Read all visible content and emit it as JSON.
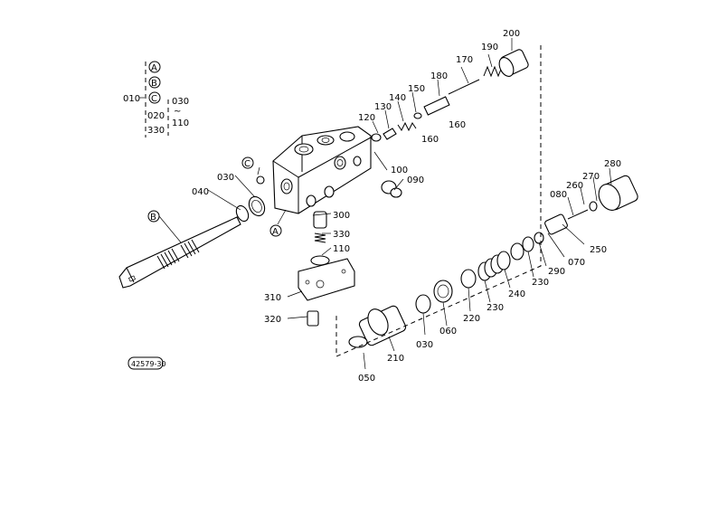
{
  "diagram": {
    "legend_tree": {
      "circle_a": "A",
      "circle_b": "B",
      "circle_c": "C",
      "label_010": "010",
      "label_020": "020",
      "label_030": "030",
      "label_110": "110",
      "label_330": "330",
      "tilde": "~"
    },
    "callouts": {
      "c010": "010",
      "c030a": "030",
      "c030b": "030",
      "c040": "040",
      "c050": "050",
      "c060": "060",
      "c070": "070",
      "c080": "080",
      "c090": "090",
      "c100": "100",
      "c110": "110",
      "c120": "120",
      "c130": "130",
      "c140": "140",
      "c150": "150",
      "c160a": "160",
      "c160b": "160",
      "c170": "170",
      "c180": "180",
      "c190": "190",
      "c200": "200",
      "c210": "210",
      "c220": "220",
      "c230a": "230",
      "c230b": "230",
      "c240": "240",
      "c250": "250",
      "c260": "260",
      "c270": "270",
      "c280": "280",
      "c290": "290",
      "c300": "300",
      "c310": "310",
      "c320": "320",
      "c330": "330",
      "marker_a": "A",
      "marker_b": "B",
      "marker_c": "C"
    },
    "figure_code": "42579-30"
  }
}
